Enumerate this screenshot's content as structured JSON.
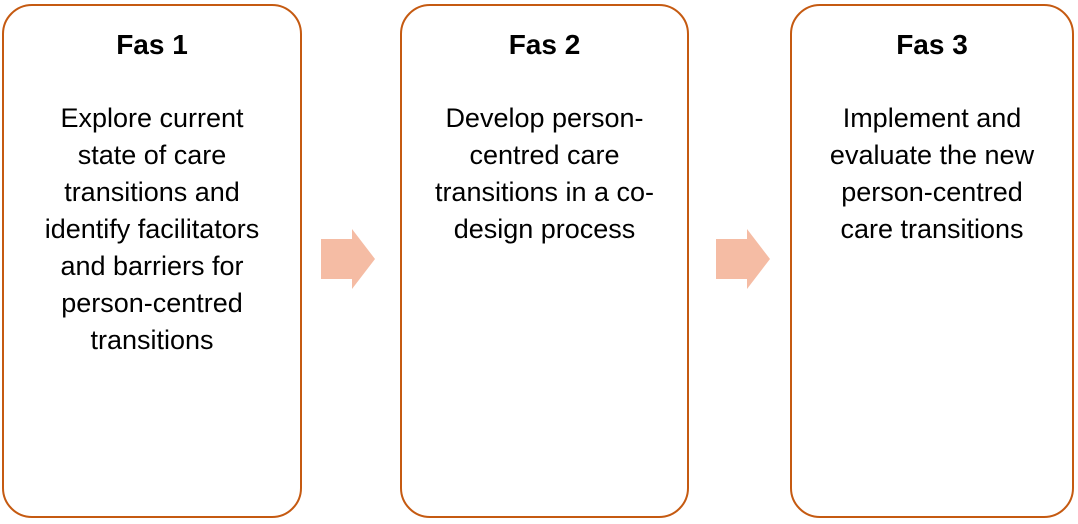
{
  "diagram": {
    "colors": {
      "background": "#FFFFFF",
      "box_border": "#C55A11",
      "arrow_fill": "#F5BCA4",
      "text": "#000000"
    },
    "phases": [
      {
        "title": "Fas 1",
        "body": "Explore current\nstate of care\ntransitions and\nidentify facilitators\nand barriers for\nperson-centred\ntransitions"
      },
      {
        "title": "Fas 2",
        "body": "Develop person-\ncentred care\ntransitions in a co-\ndesign process"
      },
      {
        "title": "Fas 3",
        "body": "Implement and\nevaluate the new\nperson-centred\ncare transitions"
      }
    ],
    "arrows": [
      {
        "icon": "right-arrow-icon"
      },
      {
        "icon": "right-arrow-icon"
      }
    ]
  }
}
